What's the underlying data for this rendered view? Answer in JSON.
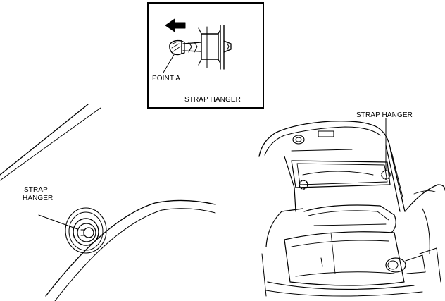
{
  "inset": {
    "point_label": "POINT A",
    "caption": "STRAP HANGER"
  },
  "left_view": {
    "label_line1": "STRAP",
    "label_line2": "HANGER"
  },
  "right_view": {
    "label": "STRAP HANGER"
  },
  "colors": {
    "line": "#000000",
    "background": "#ffffff"
  },
  "icons": {
    "direction_arrow": "arrow-left-icon",
    "callout_markers": "dashed-circle-icon"
  }
}
